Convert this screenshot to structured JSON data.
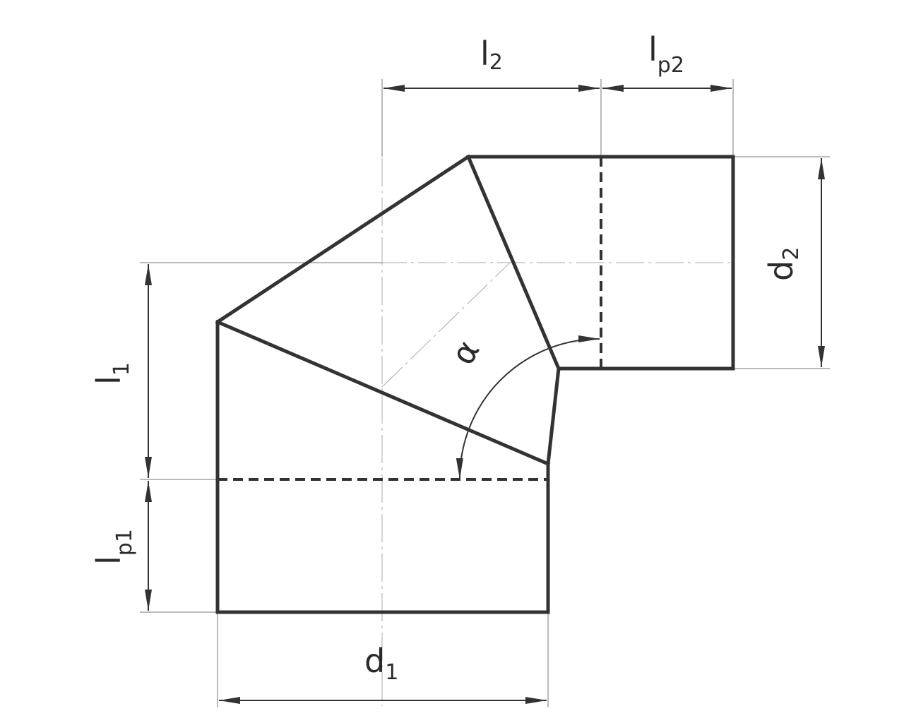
{
  "labels": {
    "l2": {
      "main": "l",
      "sub": "2"
    },
    "lp2": {
      "main": "l",
      "sub": "p2"
    },
    "d2": {
      "main": "d",
      "sub": "2"
    },
    "l1": {
      "main": "l",
      "sub": "1"
    },
    "lp1": {
      "main": "l",
      "sub": "p1"
    },
    "d1": {
      "main": "d",
      "sub": "1"
    },
    "alpha": "α"
  },
  "colors": {
    "line": "#333333",
    "extension": "#777777",
    "centerline": "#aaaaaa"
  }
}
